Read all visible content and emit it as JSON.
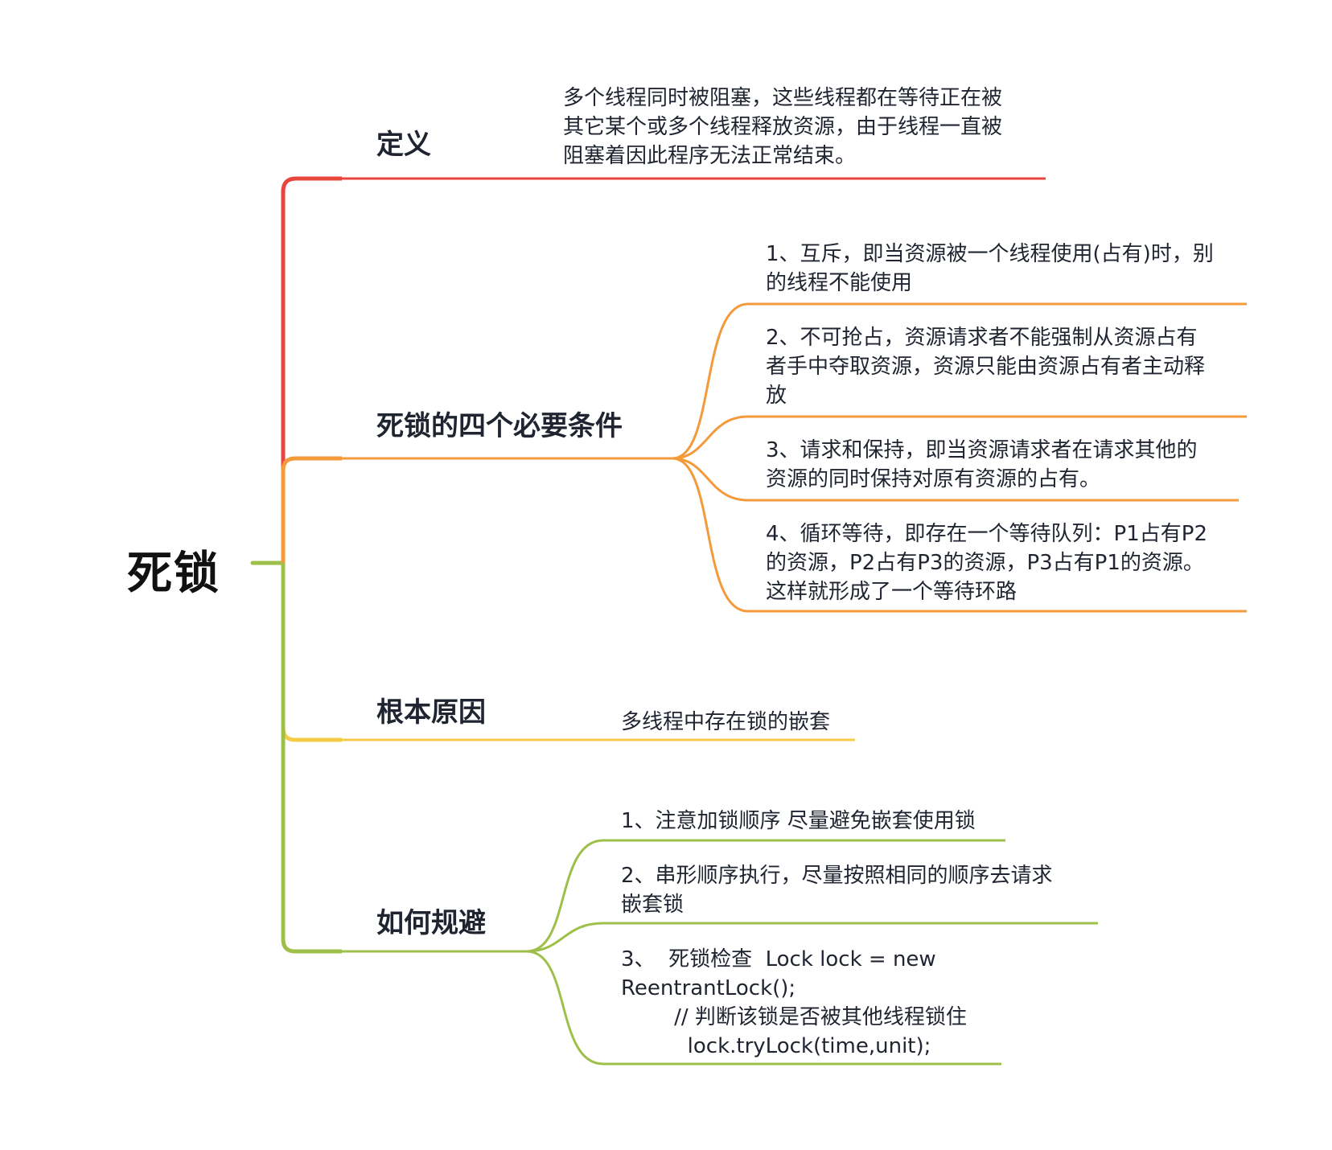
{
  "root": {
    "label": "死锁"
  },
  "branches": [
    {
      "label": "定义",
      "color": "#e8453c",
      "leaves": [
        "多个线程同时被阻塞，这些线程都在等待正在被\n其它某个或多个线程释放资源，由于线程一直被\n阻塞着因此程序无法正常结束。"
      ]
    },
    {
      "label": "死锁的四个必要条件",
      "color": "#f39a3b",
      "leaves": [
        "1、互斥，即当资源被一个线程使用(占有)时，别\n的线程不能使用",
        "2、不可抢占，资源请求者不能强制从资源占有\n者手中夺取资源，资源只能由资源占有者主动释\n放",
        "3、请求和保持，即当资源请求者在请求其他的\n资源的同时保持对原有资源的占有。",
        "4、循环等待，即存在一个等待队列：P1占有P2\n的资源，P2占有P3的资源，P3占有P1的资源。\n这样就形成了一个等待环路"
      ]
    },
    {
      "label": "根本原因",
      "color": "#f5cc48",
      "leaves": [
        "多线程中存在锁的嵌套"
      ]
    },
    {
      "label": "如何规避",
      "color": "#9ec04a",
      "leaves": [
        "1、注意加锁顺序 尽量避免嵌套使用锁",
        "2、串形顺序执行，尽量按照相同的顺序去请求\n嵌套锁",
        "3、  死锁检查  Lock lock = new\nReentrantLock();\n        // 判断该锁是否被其他线程锁住\n          lock.tryLock(time,unit);"
      ]
    }
  ]
}
